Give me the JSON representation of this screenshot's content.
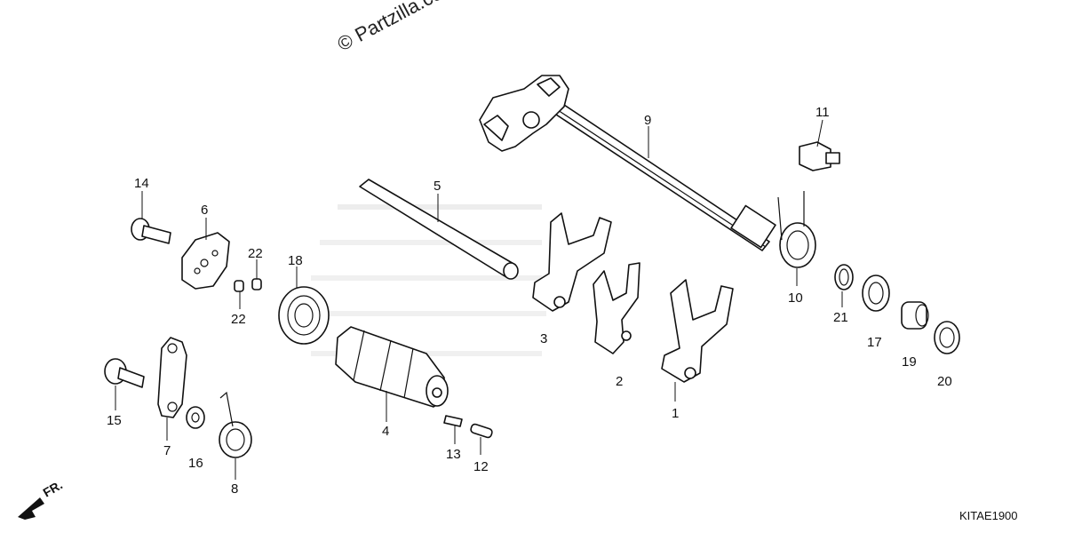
{
  "watermark": "© Partzilla.com",
  "diagram_code": "KITAE1900",
  "front_marker": "FR.",
  "callouts": [
    {
      "id": "c1",
      "text": "1"
    },
    {
      "id": "c2",
      "text": "2"
    },
    {
      "id": "c3",
      "text": "3"
    },
    {
      "id": "c4",
      "text": "4"
    },
    {
      "id": "c5",
      "text": "5"
    },
    {
      "id": "c6",
      "text": "6"
    },
    {
      "id": "c7",
      "text": "7"
    },
    {
      "id": "c8",
      "text": "8"
    },
    {
      "id": "c9",
      "text": "9"
    },
    {
      "id": "c10",
      "text": "10"
    },
    {
      "id": "c11",
      "text": "11"
    },
    {
      "id": "c12",
      "text": "12"
    },
    {
      "id": "c13",
      "text": "13"
    },
    {
      "id": "c14",
      "text": "14"
    },
    {
      "id": "c15",
      "text": "15"
    },
    {
      "id": "c16",
      "text": "16"
    },
    {
      "id": "c17",
      "text": "17"
    },
    {
      "id": "c18",
      "text": "18"
    },
    {
      "id": "c19",
      "text": "19"
    },
    {
      "id": "c20",
      "text": "20"
    },
    {
      "id": "c21",
      "text": "21"
    },
    {
      "id": "c22a",
      "text": "22"
    },
    {
      "id": "c22b",
      "text": "22"
    }
  ]
}
